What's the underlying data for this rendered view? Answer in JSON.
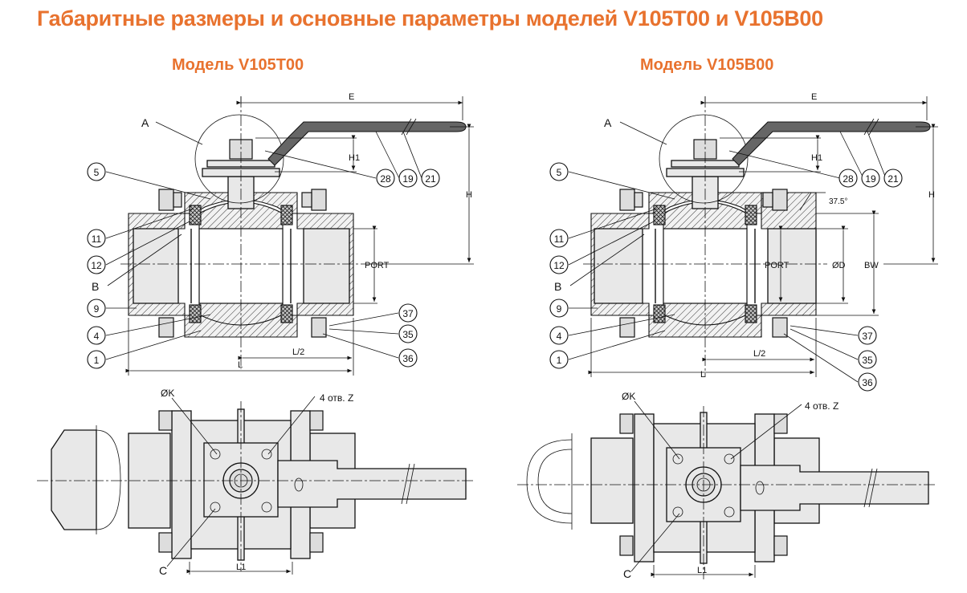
{
  "title": "Габаритные размеры и основные параметры моделей V105T00 и V105B00",
  "models": [
    {
      "name": "Модель V105T00"
    },
    {
      "name": "Модель V105B00"
    }
  ],
  "labels": {
    "a": "A",
    "b": "B",
    "c": "C",
    "e": "E",
    "h": "H",
    "h1": "H1",
    "l": "L",
    "l_half": "L/2",
    "l1": "L1",
    "port": "PORT",
    "od": "ØD",
    "bw": "BW",
    "ok": "ØK",
    "holes": "4 отв. Z",
    "angle": "37.5°"
  },
  "part_numbers": [
    "5",
    "11",
    "12",
    "9",
    "4",
    "1",
    "28",
    "19",
    "21",
    "37",
    "35",
    "36"
  ]
}
